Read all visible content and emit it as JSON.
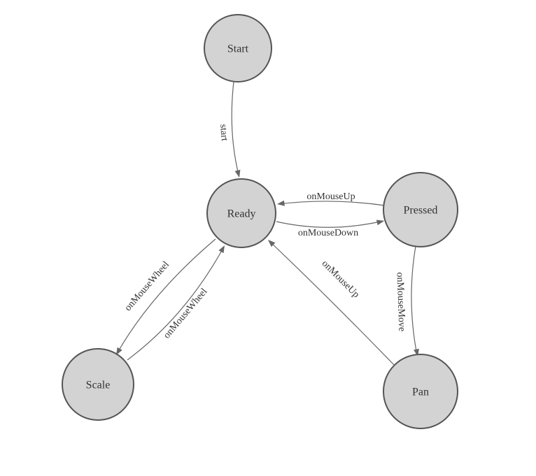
{
  "diagram": {
    "type": "state-machine",
    "nodes": {
      "start": {
        "label": "Start"
      },
      "ready": {
        "label": "Ready"
      },
      "pressed": {
        "label": "Pressed"
      },
      "scale": {
        "label": "Scale"
      },
      "pan": {
        "label": "Pan"
      }
    },
    "edges": {
      "start_to_ready": {
        "label": "start",
        "from": "Start",
        "to": "Ready"
      },
      "pressed_to_ready": {
        "label": "onMouseUp",
        "from": "Pressed",
        "to": "Ready"
      },
      "ready_to_pressed": {
        "label": "onMouseDown",
        "from": "Ready",
        "to": "Pressed"
      },
      "ready_to_scale": {
        "label": "onMouseWheel",
        "from": "Ready",
        "to": "Scale"
      },
      "scale_to_ready": {
        "label": "onMouseWheel",
        "from": "Scale",
        "to": "Ready"
      },
      "pan_to_ready": {
        "label": "onMouseUp",
        "from": "Pan",
        "to": "Ready"
      },
      "pressed_to_pan": {
        "label": "onMouseMove",
        "from": "Pressed",
        "to": "Pan"
      }
    },
    "colors": {
      "node_fill": "#d3d3d3",
      "node_stroke": "#545454",
      "edge_stroke": "#666666",
      "text": "#333333",
      "background": "#ffffff"
    }
  }
}
